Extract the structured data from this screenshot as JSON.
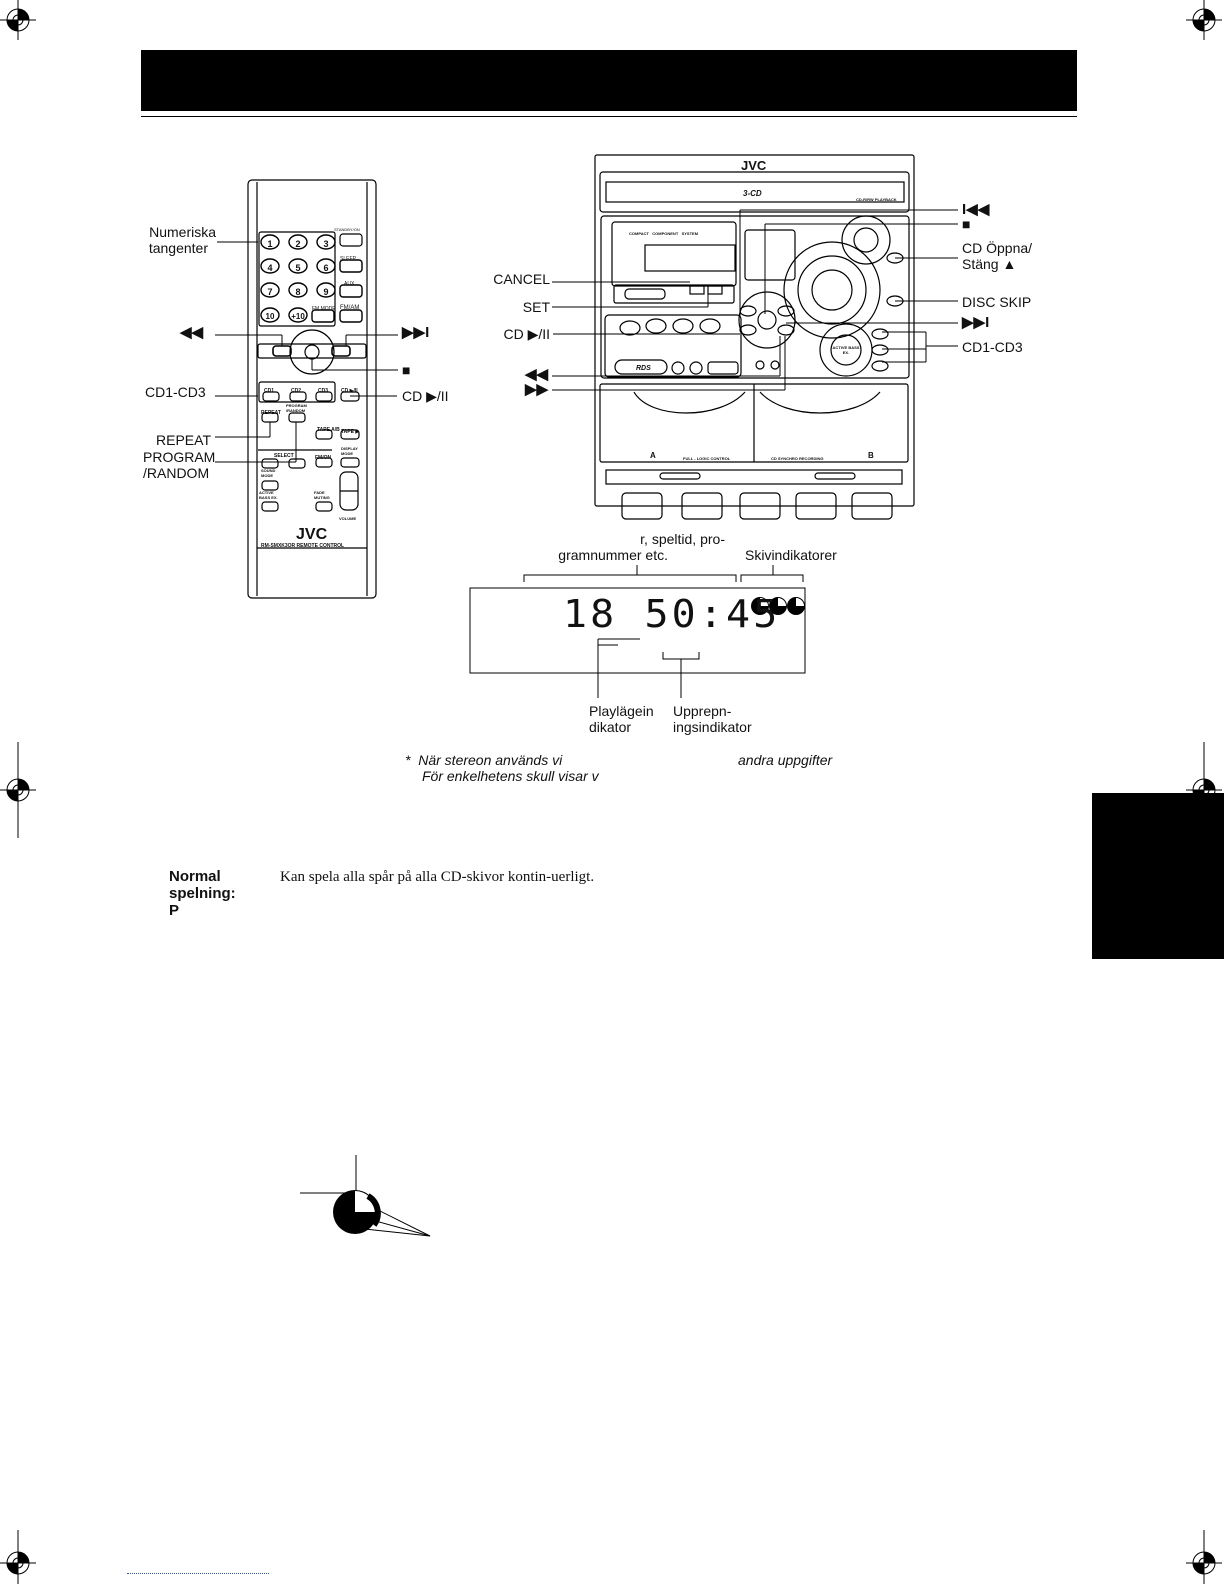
{
  "remote": {
    "brand": "JVC",
    "model_line": "RM-SMXK3OR  REMOTE CONTROL",
    "keys": {
      "standby": "STANDBY/ON",
      "sleep": "SLEEP",
      "aux": "AUX",
      "fm_mode": "FM MODE",
      "fm_am": "FM/AM",
      "num": [
        "1",
        "2",
        "3",
        "4",
        "5",
        "6",
        "7",
        "8",
        "9",
        "10",
        "+10"
      ],
      "cd1": "CD1",
      "cd2": "CD2",
      "cd3": "CD3",
      "cd_play": "CD ▶/II",
      "repeat": "REPEAT",
      "program_random": "PROGRAM /RANDOM",
      "tape_ab": "TAPE A/B",
      "tape": "TAPE ▶",
      "select": "SELECT",
      "fm_on": "FM/ON",
      "display_mode": "DISPLAY MODE",
      "sound_mode": "SOUND MODE",
      "active_bass": "ACTIVE BASS EX.",
      "fade_muting": "FADE MUTING",
      "volume": "VOLUME"
    }
  },
  "remote_labels": {
    "numeric_keys": [
      "Numeriska",
      "tangenter"
    ],
    "prev": "◀◀",
    "next": "▶▶I",
    "stop": "■",
    "cd1_cd3": "CD1-CD3",
    "cd_play_pause": "CD ▶/II",
    "repeat": "REPEAT",
    "program_random": [
      "PROGRAM",
      "/RANDOM"
    ]
  },
  "unit": {
    "brand": "JVC",
    "tray": "3-CD",
    "tray_sub": "CD-R/RW PLAYBACK",
    "compact": "COMPACT   COMPONENT   SYSTEM",
    "rds": "RDS",
    "full_logic": "FULL - LOGIC CONTROL",
    "synchro": "CD SYNCHRO RECORDING",
    "deck_a": "A",
    "deck_b": "B",
    "active_bass": "ACTIVE BASS EX."
  },
  "unit_labels": {
    "prev": "I◀◀",
    "stop": "■",
    "cd_open": [
      "CD Öppna/",
      "Stäng ▲"
    ],
    "cancel": "CANCEL",
    "set": "SET",
    "disc_skip": "DISC SKIP",
    "cd_play_pause": "CD ▶/II",
    "next": "▶▶I",
    "cd1_cd3": "CD1-CD3",
    "rew": "◀◀",
    "ff": "▶▶"
  },
  "display": {
    "caption_top": [
      "r, speltid, pro-",
      "gramnummer etc."
    ],
    "caption_discs": "Skivindikatorer",
    "readout": "18  50:45",
    "caption_play_mode": [
      "Playlägein",
      "dikator"
    ],
    "caption_repeat": [
      "Upprepn-",
      "ingsindikator"
    ]
  },
  "note": {
    "line1_a": "*  När stereon används vi",
    "line1_b": "andra uppgifter",
    "line2": "För enkelhetens skull visar v"
  },
  "playmode": {
    "term": [
      "Normal",
      "spelning:",
      "P"
    ],
    "desc": "Kan spela alla spår på alla CD-skivor kontin-uerligt."
  }
}
